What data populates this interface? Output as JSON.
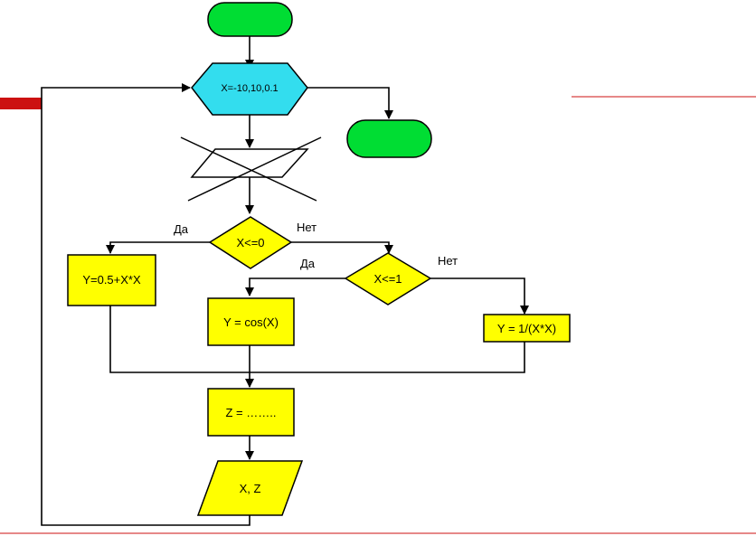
{
  "loop": {
    "label": "X=-10,10,0.1"
  },
  "conditions": {
    "first": {
      "text": "X<=0",
      "yes": "Да",
      "no": "Нет"
    },
    "second": {
      "text": "X<=1",
      "yes": "Да",
      "no": "Нет"
    }
  },
  "process": {
    "y1": "Y=0.5+X*X",
    "y2": "Y = cos(X)",
    "y3": "Y = 1/(X*X)",
    "z": "Z = ……..",
    "output": "X, Z"
  },
  "colors": {
    "terminal": "#00dd33",
    "loop": "#33ddee",
    "process": "#ffff00",
    "accent": "#cc1111"
  }
}
